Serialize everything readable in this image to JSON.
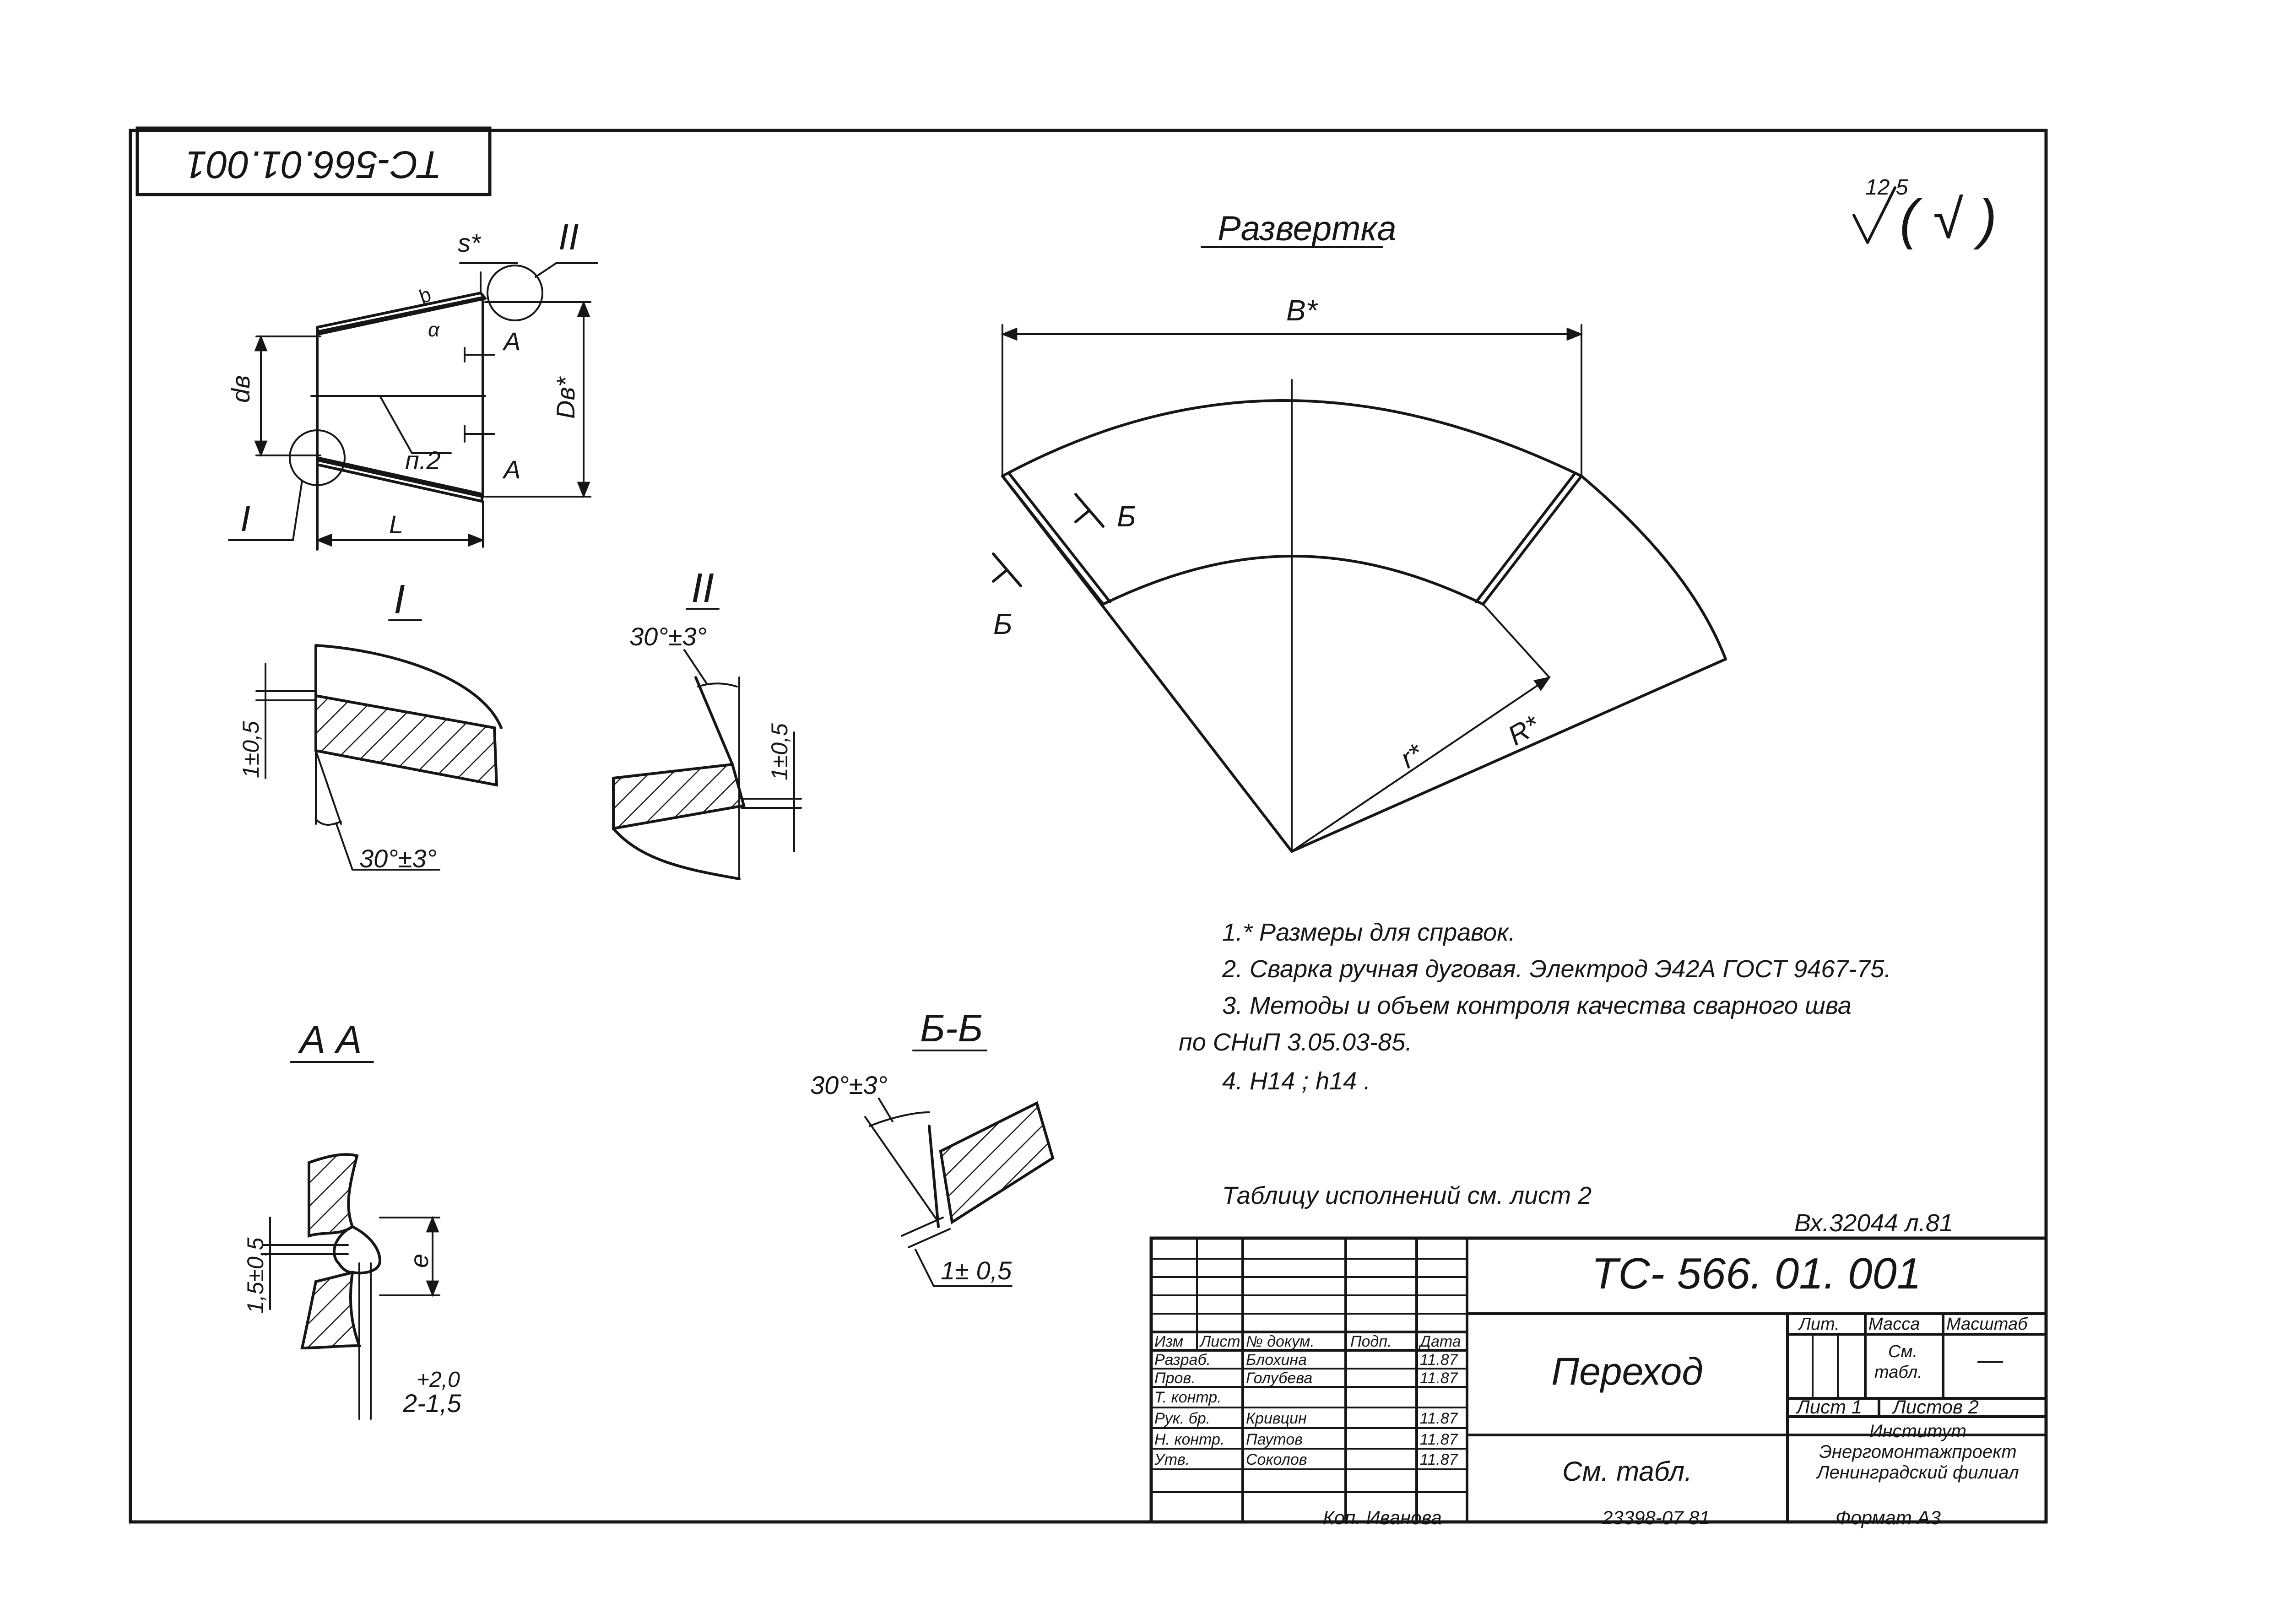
{
  "doc": {
    "rotated_code": "ТС-566.01.001",
    "roughness": "12,5",
    "roughness_rest": "( √ )",
    "scan_ref": "Вх.32044 л.81",
    "footer_copy": "Коп. Иванова",
    "footer_number": "23398-07  81",
    "footer_format": "Формат А3"
  },
  "views": {
    "main": {
      "s_label": "s*",
      "detail2": "II",
      "detail1": "I",
      "a_top": "А",
      "a_bottom": "А",
      "dv": "dв",
      "Dv": "Dв*",
      "p2": "п.2",
      "L": "L",
      "b": "b",
      "alpha": "α"
    },
    "detail_i": {
      "title": "I",
      "gap": "1±0,5",
      "angle": "30°±3°"
    },
    "detail_ii": {
      "title": "II",
      "gap": "1±0,5",
      "angle": "30°±3°"
    },
    "section_aa": {
      "title": "А  А",
      "gap": "1,5±0,5",
      "e": "е",
      "tol_top": "+2,0",
      "tol_bottom": "2-1,5"
    },
    "section_bb": {
      "title": "Б-Б",
      "angle": "30°±3°",
      "gap": "1± 0,5"
    }
  },
  "development": {
    "title": "Развертка",
    "B": "В*",
    "b1": "Б",
    "b2": "Б",
    "r": "r*",
    "R": "R*"
  },
  "notes": [
    "1.* Размеры для справок.",
    "2.  Сварка ручная дуговая. Электрод Э42А ГОСТ 9467-75.",
    "3.  Методы и объем контроля качества сварного шва",
    "по СНиП 3.05.03-85.",
    "4.  H14 ;  h14 ."
  ],
  "table_note": "Таблицу исполнений см. лист 2",
  "title_block": {
    "code": "ТС- 566. 01. 001",
    "name": "Переход",
    "material": "См. табл.",
    "lit_header": "Лит.",
    "mass_header": "Масса",
    "scale_header": "Масштаб",
    "mass_value_1": "См.",
    "mass_value_2": "табл.",
    "scale_value": "—",
    "sheet": "Лист 1",
    "sheets": "Листов 2",
    "org": [
      "Институт",
      "Энергомонтажпроект",
      "Ленинградский филиал"
    ],
    "col_headers": [
      "Изм",
      "Лист",
      "№ докум.",
      "Подп.",
      "Дата"
    ],
    "rows": [
      {
        "role": "Разраб.",
        "name": "Блохина",
        "date": "11.87"
      },
      {
        "role": "Пров.",
        "name": "Голубева",
        "date": "11.87"
      },
      {
        "role": "Т. контр.",
        "name": "",
        "date": ""
      },
      {
        "role": "Рук. бр.",
        "name": "Кривцин",
        "date": "11.87"
      },
      {
        "role": "Н. контр.",
        "name": "Паутов",
        "date": "11.87"
      },
      {
        "role": "Утв.",
        "name": "Соколов",
        "date": "11.87"
      }
    ]
  }
}
